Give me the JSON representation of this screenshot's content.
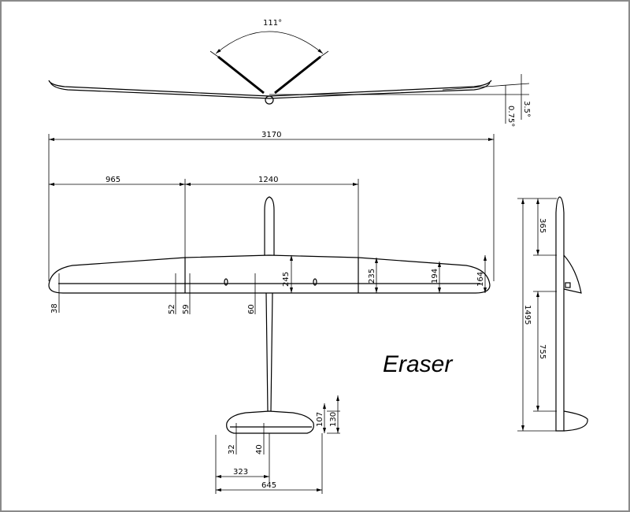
{
  "title": "Eraser",
  "front_view": {
    "dihedral_angle": "111°",
    "tip_angle": "3.5°",
    "root_angle": "0.75°"
  },
  "plan_view": {
    "span": "3170",
    "outer_panel": "965",
    "center_panel": "1240",
    "chords": {
      "root": "245",
      "mid": "235",
      "outer": "194",
      "tip": "164"
    },
    "thickness": {
      "tip": "38",
      "outer_break_a": "52",
      "outer_break_b": "59",
      "inner": "60"
    },
    "stab": {
      "chord_root": "130",
      "chord_mid": "107",
      "half_span": "323",
      "span": "645",
      "thick_a": "32",
      "thick_b": "40"
    }
  },
  "side_view": {
    "nose_length": "365",
    "total_length": "1495",
    "tail_moment": "755"
  }
}
